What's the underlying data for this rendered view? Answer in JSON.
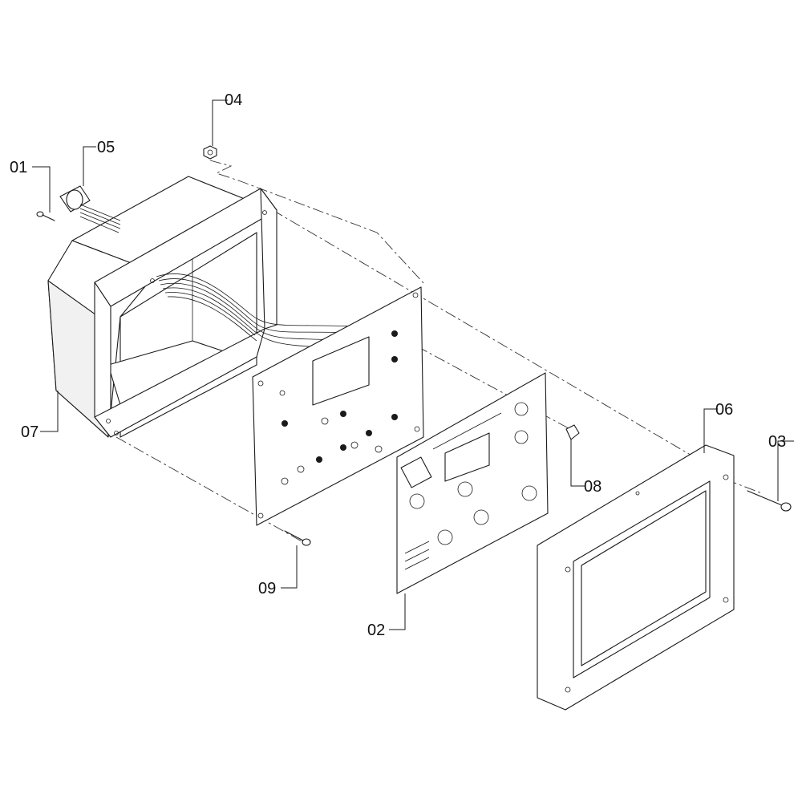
{
  "callouts": [
    {
      "id": "01",
      "label": "01"
    },
    {
      "id": "02",
      "label": "02"
    },
    {
      "id": "03",
      "label": "03"
    },
    {
      "id": "04",
      "label": "04"
    },
    {
      "id": "05",
      "label": "05"
    },
    {
      "id": "06",
      "label": "06"
    },
    {
      "id": "07",
      "label": "07"
    },
    {
      "id": "08",
      "label": "08"
    },
    {
      "id": "09",
      "label": "09"
    }
  ],
  "colors": {
    "line": "#1a1a1a",
    "background": "#ffffff",
    "shading": "#f1f1f1"
  }
}
